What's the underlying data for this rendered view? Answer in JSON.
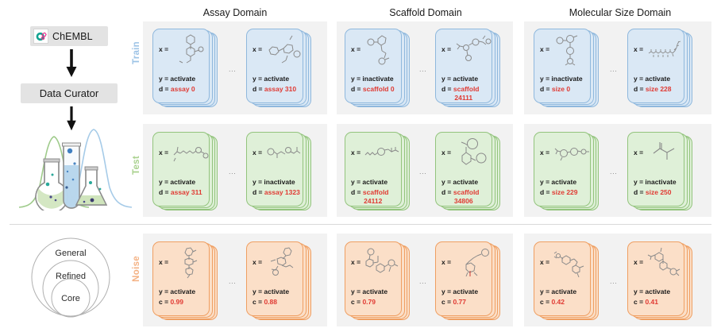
{
  "pipeline": {
    "source_label": "ChEMBL",
    "source_icon": "chembl-logo-icon",
    "curator_label": "Data Curator",
    "arrow_icon": "down-arrow-icon",
    "flask_illustration": "flasks-distribution-illustration",
    "venn": {
      "outer_label": "General",
      "middle_label": "Refined",
      "inner_label": "Core"
    }
  },
  "columns": [
    {
      "title": "Assay Domain"
    },
    {
      "title": "Scaffold Domain"
    },
    {
      "title": "Molecular Size Domain"
    }
  ],
  "rows": [
    {
      "label": "Train",
      "color": "#9dc3e6"
    },
    {
      "label": "Test",
      "color": "#a9d18e"
    },
    {
      "label": "Noise",
      "color": "#f4b183"
    }
  ],
  "ellipsis": "...",
  "value_color": "#e03a33",
  "cards": {
    "train": {
      "assay": [
        {
          "x_label": "x =",
          "y_line": "y = activate",
          "d_key": "d =",
          "d_value": "assay 0",
          "d_value2": ""
        },
        {
          "x_label": "x =",
          "y_line": "y = activate",
          "d_key": "d =",
          "d_value": "assay 310",
          "d_value2": ""
        }
      ],
      "scaffold": [
        {
          "x_label": "x =",
          "y_line": "y = inactivate",
          "d_key": "d =",
          "d_value": "scaffold 0",
          "d_value2": ""
        },
        {
          "x_label": "x =",
          "y_line": "y = activate",
          "d_key": "d =",
          "d_value": "scaffold",
          "d_value2": "24111"
        }
      ],
      "size": [
        {
          "x_label": "x =",
          "y_line": "y = inactivate",
          "d_key": "d =",
          "d_value": "size 0",
          "d_value2": ""
        },
        {
          "x_label": "x =",
          "y_line": "y = activate",
          "d_key": "d =",
          "d_value": "size 228",
          "d_value2": ""
        }
      ]
    },
    "test": {
      "assay": [
        {
          "x_label": "x =",
          "y_line": "y = activate",
          "d_key": "d =",
          "d_value": "assay 311",
          "d_value2": ""
        },
        {
          "x_label": "x =",
          "y_line": "y = inactivate",
          "d_key": "d =",
          "d_value": "assay 1323",
          "d_value2": ""
        }
      ],
      "scaffold": [
        {
          "x_label": "x =",
          "y_line": "y = activate",
          "d_key": "d =",
          "d_value": "scaffold",
          "d_value2": "24112"
        },
        {
          "x_label": "x =",
          "y_line": "y = activate",
          "d_key": "d =",
          "d_value": "scaffold",
          "d_value2": "34806"
        }
      ],
      "size": [
        {
          "x_label": "x =",
          "y_line": "y = activate",
          "d_key": "d =",
          "d_value": "size 229",
          "d_value2": ""
        },
        {
          "x_label": "x =",
          "y_line": "y = inactivate",
          "d_key": "d =",
          "d_value": "size 250",
          "d_value2": ""
        }
      ]
    },
    "noise": {
      "assay": [
        {
          "x_label": "x =",
          "y_line": "y = activate",
          "d_key": "c =",
          "d_value": "0.99",
          "d_value2": ""
        },
        {
          "x_label": "x =",
          "y_line": "y = activate",
          "d_key": "c =",
          "d_value": "0.88",
          "d_value2": ""
        }
      ],
      "scaffold": [
        {
          "x_label": "x =",
          "y_line": "y = activate",
          "d_key": "c =",
          "d_value": "0.79",
          "d_value2": ""
        },
        {
          "x_label": "x =",
          "y_line": "y = activate",
          "d_key": "c =",
          "d_value": "0.77",
          "d_value2": ""
        }
      ],
      "size": [
        {
          "x_label": "x =",
          "y_line": "y = activate",
          "d_key": "c =",
          "d_value": "0.42",
          "d_value2": ""
        },
        {
          "x_label": "x =",
          "y_line": "y = activate",
          "d_key": "c =",
          "d_value": "0.41",
          "d_value2": ""
        }
      ]
    }
  }
}
